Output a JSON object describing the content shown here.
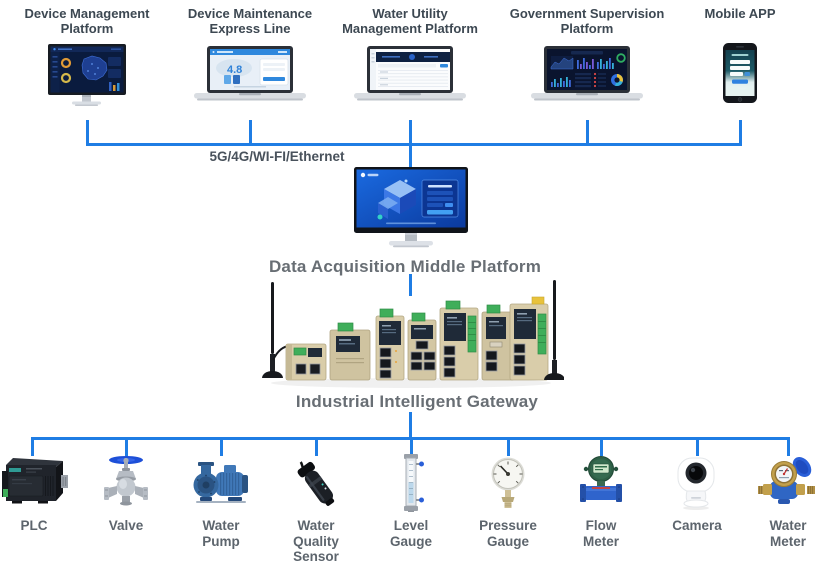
{
  "diagram": {
    "colors": {
      "connector": "#1f7de4",
      "title_text": "#3d4852",
      "network_text": "#49525c",
      "big_label_text": "#686e74",
      "label_text": "#5d656d"
    },
    "network_label": "5G/4G/WI-FI/Ethernet",
    "top_platforms": [
      {
        "id": "device-management-platform",
        "label": "Device Management\nPlatform"
      },
      {
        "id": "device-maintenance-express-line",
        "label": "Device Maintenance\nExpress Line",
        "screen_text": "4.8"
      },
      {
        "id": "water-utility-management-platform",
        "label": "Water Utility\nManagement Platform"
      },
      {
        "id": "government-supervision-platform",
        "label": "Government Supervision\nPlatform"
      },
      {
        "id": "mobile-app",
        "label": "Mobile APP"
      }
    ],
    "middle_platform": {
      "label": "Data Acquisition Middle Platform"
    },
    "gateway": {
      "label": "Industrial Intelligent Gateway"
    },
    "bottom_devices": [
      {
        "id": "plc",
        "label": "PLC"
      },
      {
        "id": "valve",
        "label": "Valve"
      },
      {
        "id": "water-pump",
        "label": "Water\nPump"
      },
      {
        "id": "water-quality-sensor",
        "label": "Water\nQuality\nSensor"
      },
      {
        "id": "level-gauge",
        "label": "Level\nGauge"
      },
      {
        "id": "pressure-gauge",
        "label": "Pressure\nGauge"
      },
      {
        "id": "flow-meter",
        "label": "Flow\nMeter"
      },
      {
        "id": "camera",
        "label": "Camera"
      },
      {
        "id": "water-meter",
        "label": "Water\nMeter"
      }
    ]
  }
}
